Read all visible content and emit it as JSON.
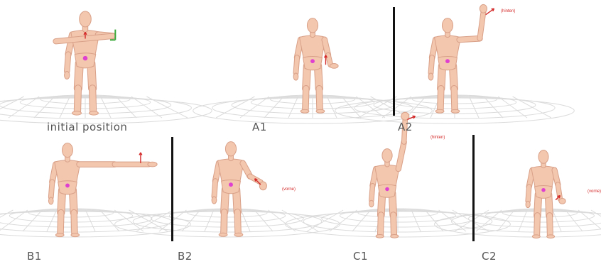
{
  "colors": {
    "skin": "#f2c7ae",
    "skin_shadow": "#d9a088",
    "pelvis_dot": "#e040d0",
    "arrow_red": "#d42a2a",
    "marker_green": "#3ba83b",
    "grid": "#d8d8d8",
    "divider": "#111111"
  },
  "panels": [
    {
      "id": "initial",
      "caption": "initial position",
      "pose": "arm-across-chest",
      "note": ""
    },
    {
      "id": "a1",
      "caption": "A1",
      "pose": "hand-at-hip",
      "note": ""
    },
    {
      "id": "a2",
      "caption": "A2",
      "pose": "arm-raised-bent",
      "note": "(hinten)"
    },
    {
      "id": "b1",
      "caption": "B1",
      "pose": "arm-horizontal",
      "note": ""
    },
    {
      "id": "b2",
      "caption": "B2",
      "pose": "forearm-forward",
      "note": "(vorne)"
    },
    {
      "id": "c1",
      "caption": "C1",
      "pose": "arm-raised-straight",
      "note": "(hinten)"
    },
    {
      "id": "c2",
      "caption": "C2",
      "pose": "hand-at-thigh",
      "note": "(vorne)"
    }
  ]
}
